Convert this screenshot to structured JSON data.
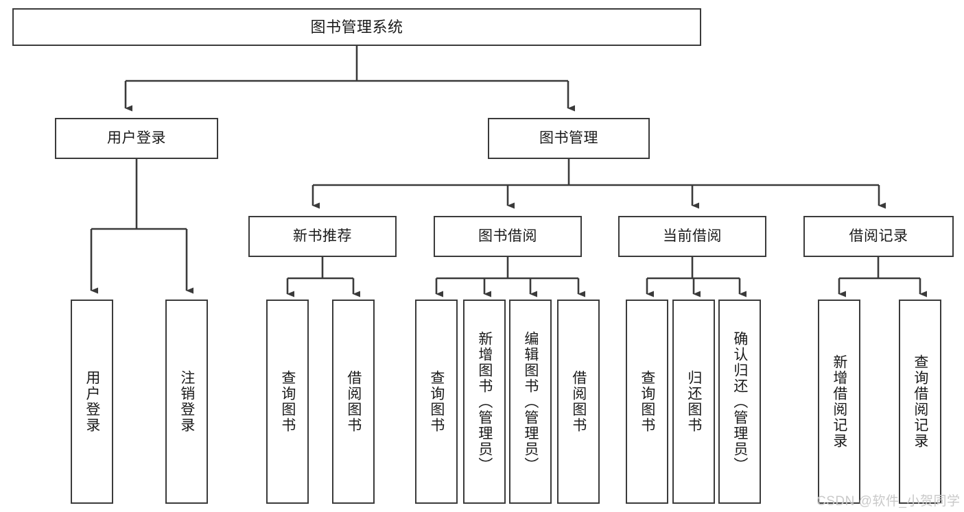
{
  "diagram": {
    "title": "图书管理系统",
    "type": "tree-hierarchy",
    "watermark": "CSDN @软件_小贺同学",
    "colors": {
      "background": "#ffffff",
      "border": "#3a3a3a",
      "text": "#1a1a1a",
      "connector": "#3a3a3a",
      "watermark": "#c9c9c9"
    },
    "root": {
      "label": "图书管理系统"
    },
    "level1": [
      {
        "label": "用户登录"
      },
      {
        "label": "图书管理"
      }
    ],
    "level2": [
      {
        "label": "新书推荐"
      },
      {
        "label": "图书借阅"
      },
      {
        "label": "当前借阅"
      },
      {
        "label": "借阅记录"
      }
    ],
    "leaves": {
      "user_login": [
        {
          "label": "用户登录"
        },
        {
          "label": "注销登录"
        }
      ],
      "new_book_recommend": [
        {
          "label": "查询图书"
        },
        {
          "label": "借阅图书"
        }
      ],
      "book_borrow": [
        {
          "label": "查询图书"
        },
        {
          "label": "新增图书（管理员）"
        },
        {
          "label": "编辑图书（管理员）"
        },
        {
          "label": "借阅图书"
        }
      ],
      "current_borrow": [
        {
          "label": "查询图书"
        },
        {
          "label": "归还图书"
        },
        {
          "label": "确认归还（管理员）"
        }
      ],
      "borrow_record": [
        {
          "label": "新增借阅记录"
        },
        {
          "label": "查询借阅记录"
        }
      ]
    }
  }
}
